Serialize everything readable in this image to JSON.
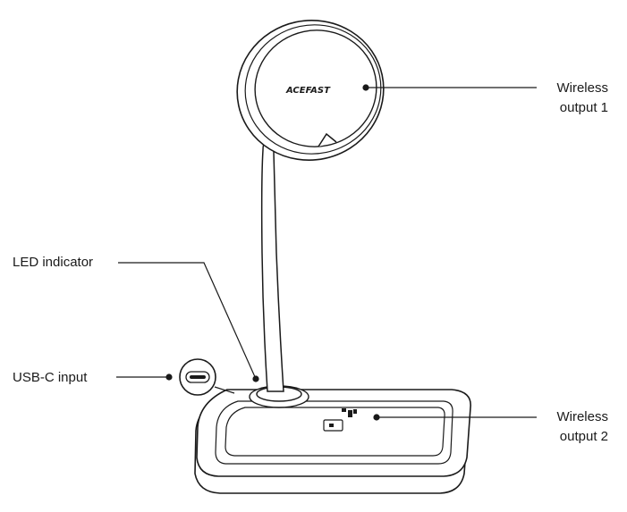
{
  "brand_logo_text": "ACEFAST",
  "callouts": {
    "wireless_output_1": {
      "line1": "Wireless",
      "line2": "output 1"
    },
    "wireless_output_2": {
      "line1": "Wireless",
      "line2": "output 2"
    },
    "led_indicator": "LED indicator",
    "usb_c_input": "USB-C input"
  },
  "colors": {
    "line": "#1a1a1a",
    "fill": "#ffffff",
    "base_shade": "#f4f4f4"
  }
}
